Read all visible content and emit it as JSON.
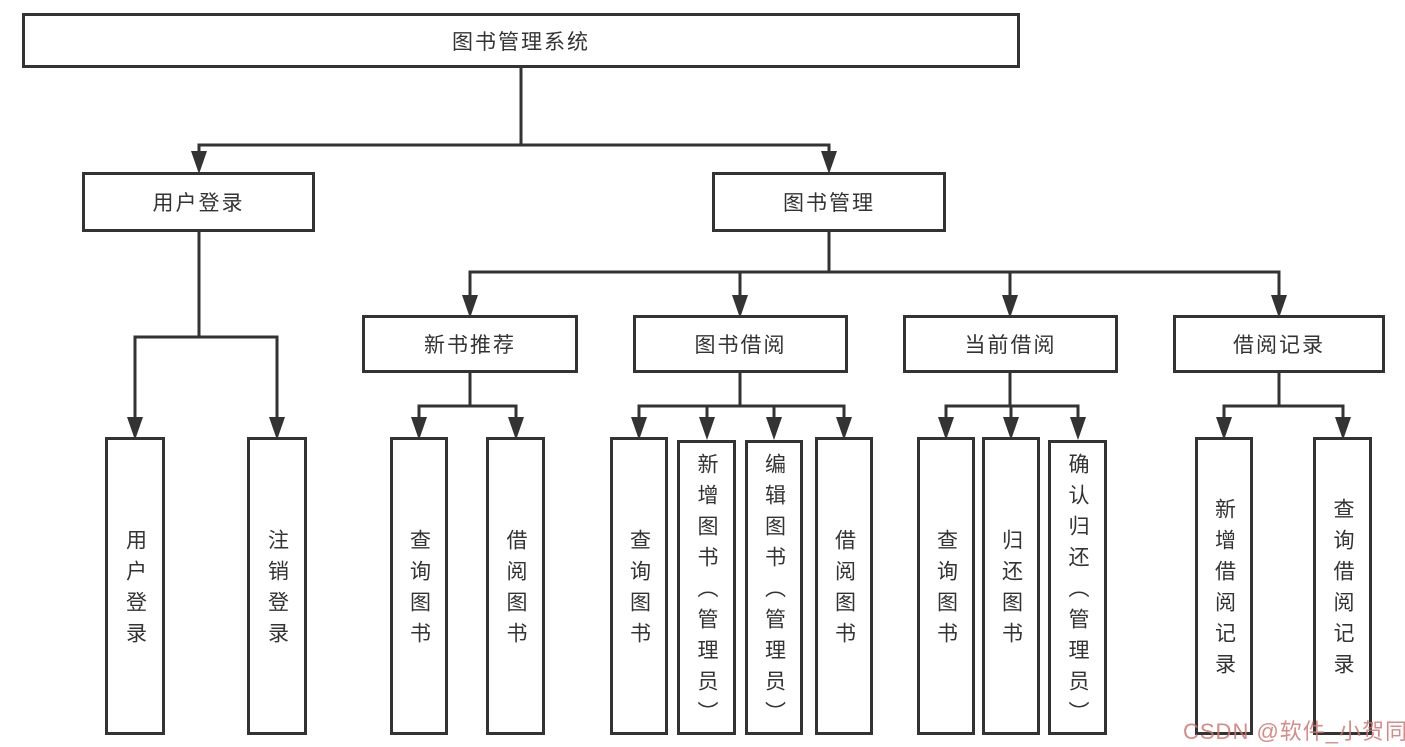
{
  "diagram": {
    "root": {
      "label": "图书管理系统"
    },
    "level2": [
      {
        "label": "用户登录"
      },
      {
        "label": "图书管理"
      }
    ],
    "level3": [
      {
        "label": "新书推荐"
      },
      {
        "label": "图书借阅"
      },
      {
        "label": "当前借阅"
      },
      {
        "label": "借阅记录"
      }
    ],
    "leaves": {
      "login": [
        {
          "label": "用户登录"
        },
        {
          "label": "注销登录"
        }
      ],
      "recommend": [
        {
          "label": "查询图书"
        },
        {
          "label": "借阅图书"
        }
      ],
      "borrow": [
        {
          "label": "查询图书"
        },
        {
          "label": "新增图书（管理员）"
        },
        {
          "label": "编辑图书（管理员）"
        },
        {
          "label": "借阅图书"
        }
      ],
      "current": [
        {
          "label": "查询图书"
        },
        {
          "label": "归还图书"
        },
        {
          "label": "确认归还（管理员）"
        }
      ],
      "records": [
        {
          "label": "新增借阅记录"
        },
        {
          "label": "查询借阅记录"
        }
      ]
    }
  },
  "watermark": {
    "text": "CSDN @软件_小贺同学"
  },
  "colors": {
    "line": "#333333",
    "box_border": "#333333",
    "text": "#333333",
    "background": "#ffffff",
    "watermark": "#cd7873"
  }
}
